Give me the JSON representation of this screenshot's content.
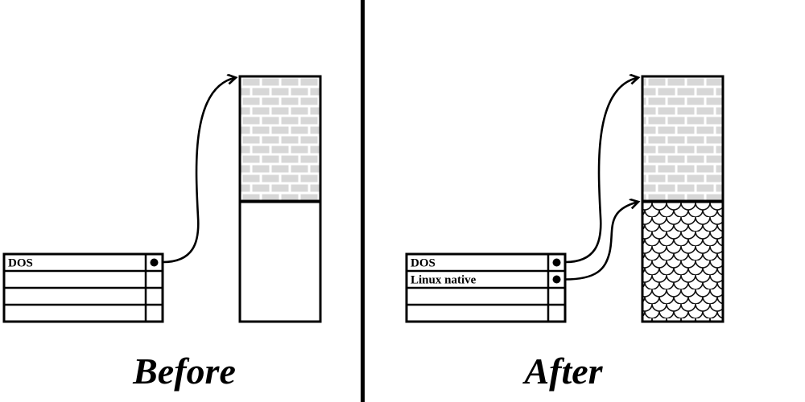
{
  "colors": {
    "ink": "#000000",
    "background": "#ffffff",
    "brick_fill": "#d7d7d7",
    "brick_mortar": "#ffffff",
    "scale_line": "#111111"
  },
  "before": {
    "caption": "Before",
    "partition_rows": [
      "DOS",
      "",
      "",
      ""
    ],
    "disk_regions": [
      "brick-pattern-used",
      "empty-free-space"
    ]
  },
  "after": {
    "caption": "After",
    "partition_rows": [
      "DOS",
      "Linux native",
      "",
      ""
    ],
    "disk_regions": [
      "brick-pattern-used",
      "scale-pattern-linux"
    ]
  }
}
